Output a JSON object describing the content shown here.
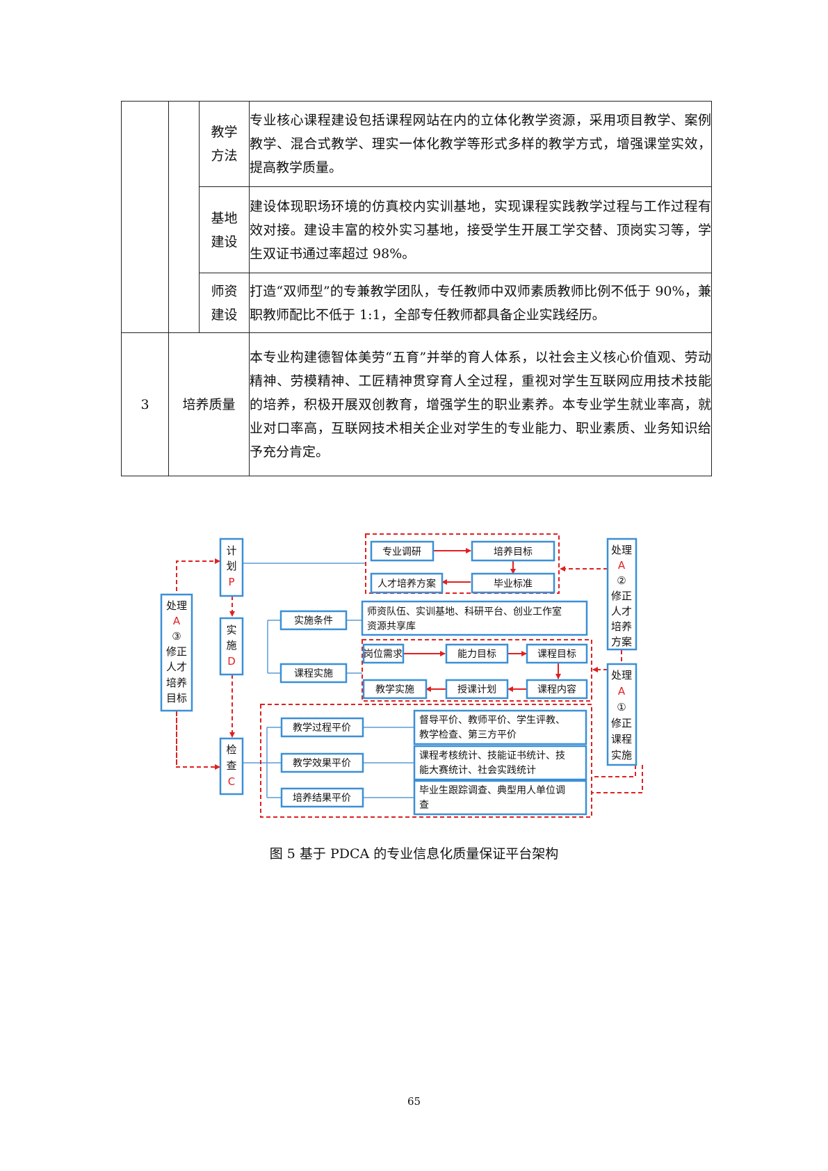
{
  "table": {
    "rows": [
      {
        "sub": [
          "教学",
          "方法"
        ],
        "content": "专业核心课程建设包括课程网站在内的立体化教学资源，采用项目教学、案例教学、混合式教学、理实一体化教学等形式多样的教学方式，增强课堂实效，提高教学质量。"
      },
      {
        "sub": [
          "基地",
          "建设"
        ],
        "content": "建设体现职场环境的仿真校内实训基地，实现课程实践教学过程与工作过程有效对接。建设丰富的校外实习基地，接受学生开展工学交替、顶岗实习等，学生双证书通过率超过 98%。"
      },
      {
        "sub": [
          "师资",
          "建设"
        ],
        "content": "打造“双师型”的专兼教学团队，专任教师中双师素质教师比例不低于 90%，兼职教师配比不低于 1:1，全部专任教师都具备企业实践经历。"
      }
    ],
    "row3": {
      "index": "3",
      "category": "培养质量",
      "content": "本专业构建德智体美劳“五育”并举的育人体系，以社会主义核心价值观、劳动精神、劳模精神、工匠精神贯穿育人全过程，重视对学生互联网应用技术技能的培养，积极开展双创教育，增强学生的职业素养。本专业学生就业率高，就业对口率高，互联网技术相关企业对学生的专业能力、职业素质、业务知识给予充分肯定。"
    }
  },
  "figure": {
    "colors": {
      "box_border": "#3b8fd6",
      "dashed": "#e02020",
      "letter": "#e02020",
      "line": "#5b9bd5"
    },
    "pdca": {
      "plan": {
        "lines": [
          "计",
          "划"
        ],
        "letter": "P"
      },
      "do": {
        "lines": [
          "实",
          "施"
        ],
        "letter": "D"
      },
      "check": {
        "lines": [
          "检",
          "查"
        ],
        "letter": "C"
      },
      "act3": {
        "lines": [
          "处理"
        ],
        "letter": "A",
        "mark": "③",
        "rest": [
          "修正",
          "人才",
          "培养",
          "目标"
        ]
      },
      "act2": {
        "lines": [
          "处理"
        ],
        "letter": "A",
        "mark": "②",
        "rest": [
          "修正",
          "人才",
          "培养",
          "方案"
        ]
      },
      "act1": {
        "lines": [
          "处理"
        ],
        "letter": "A",
        "mark": "①",
        "rest": [
          "修正",
          "课程",
          "实施"
        ]
      }
    },
    "plan_boxes": [
      "专业调研",
      "培养目标",
      "毕业标准",
      "人才培养方案"
    ],
    "impl_condition": {
      "label": "实施条件",
      "detail": [
        "师资队伍、实训基地、科研平台、创业工作室",
        "资源共享库"
      ]
    },
    "course_impl": {
      "label": "课程实施",
      "boxes": [
        "岗位需求",
        "能力目标",
        "课程目标",
        "课程内容",
        "授课计划",
        "教学实施"
      ]
    },
    "evaluations": [
      {
        "label": "教学过程平价",
        "detail": [
          "督导平价、教师平价、学生评教、",
          "教学检查、第三方平价"
        ]
      },
      {
        "label": "教学效果平价",
        "detail": [
          "课程考核统计、技能证书统计、技",
          "能大赛统计、社会实践统计"
        ]
      },
      {
        "label": "培养结果平价",
        "detail": [
          "毕业生跟踪调查、典型用人单位调",
          "查"
        ]
      }
    ]
  },
  "caption": "图 5 基于 PDCA 的专业信息化质量保证平台架构",
  "page_number": "65"
}
